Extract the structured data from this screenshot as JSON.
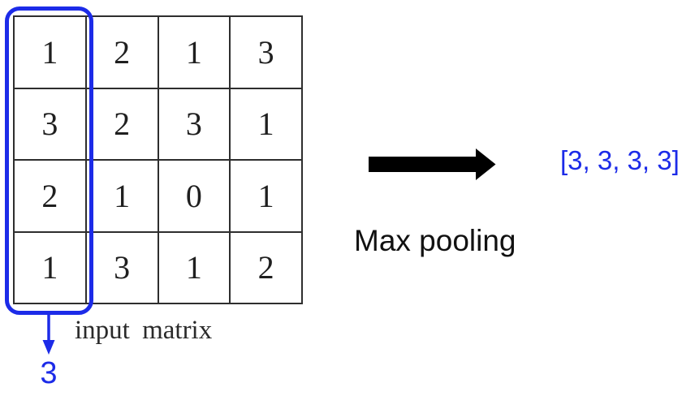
{
  "colors": {
    "accent_blue": "#1c2be8",
    "grid_line": "#2e2e2e",
    "number_text": "#1f1f1f",
    "label_text": "#111111"
  },
  "matrix": {
    "label": "input matrix",
    "rows": 4,
    "cols": 4,
    "values": [
      [
        1,
        2,
        1,
        3
      ],
      [
        3,
        2,
        3,
        1
      ],
      [
        2,
        1,
        0,
        1
      ],
      [
        1,
        3,
        1,
        2
      ]
    ],
    "highlighted_column_index": 0
  },
  "pooling": {
    "operation_label": "Max pooling",
    "result": "[3, 3, 3, 3]",
    "column_max": "3"
  },
  "icons": {
    "flow": "right-arrow-icon",
    "column_pool": "down-arrow-icon"
  }
}
